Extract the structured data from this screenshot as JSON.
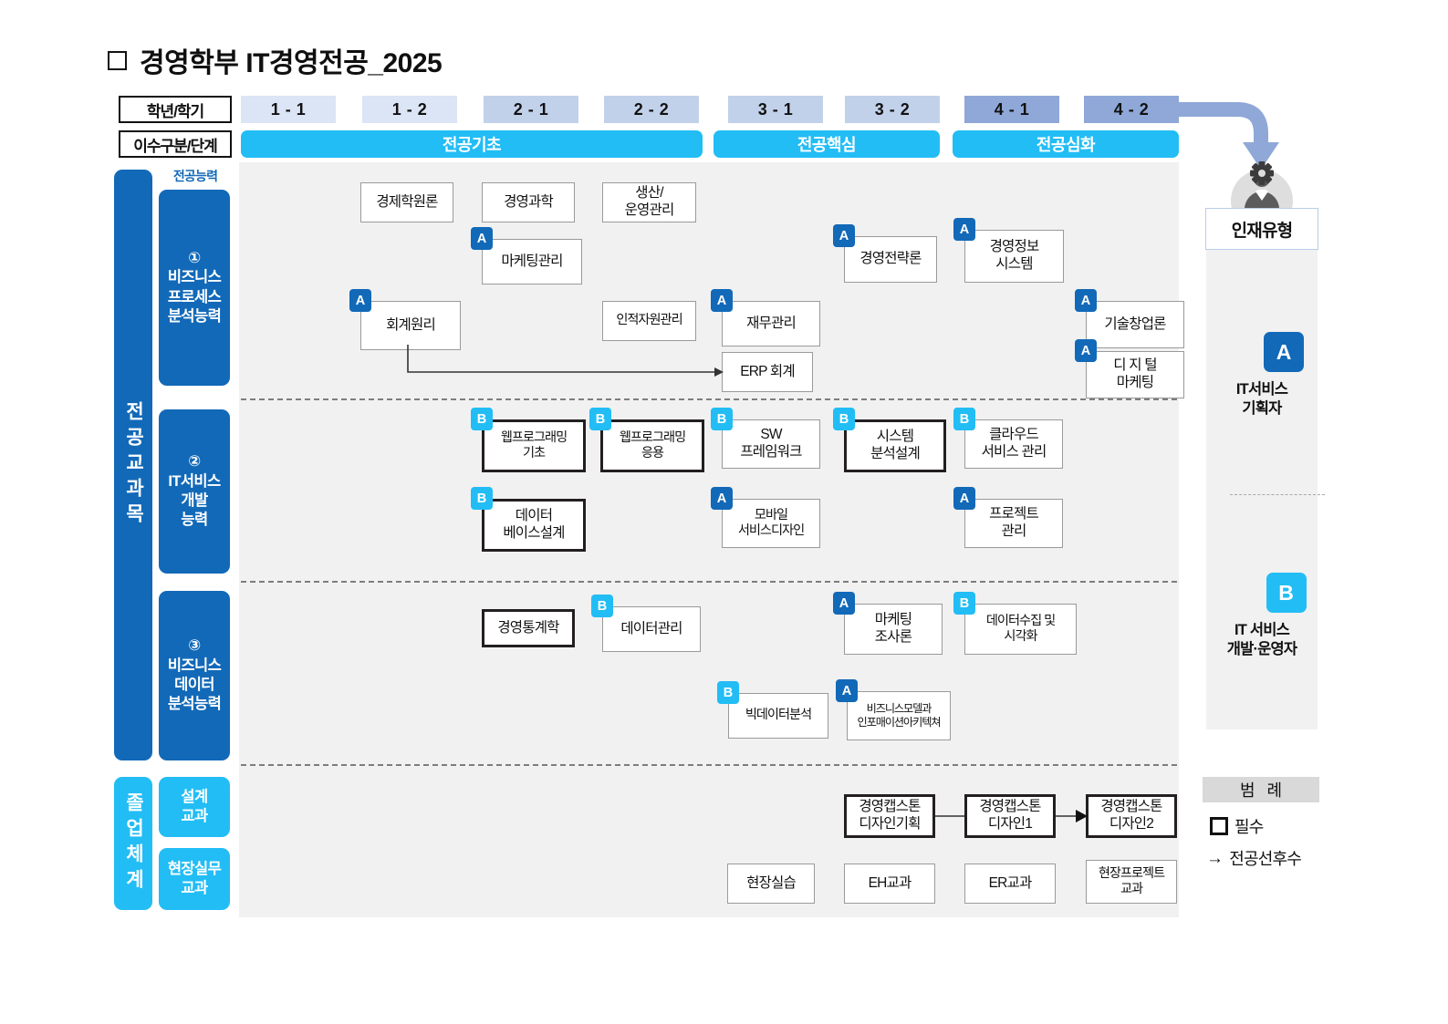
{
  "title": "경영학부 IT경영전공_2025",
  "header": {
    "row1_label": "학년/학기",
    "row2_label": "이수구분/단계",
    "semesters": [
      "1 - 1",
      "1 - 2",
      "2 - 1",
      "2 - 2",
      "3 - 1",
      "3 - 2",
      "4 - 1",
      "4 - 2"
    ],
    "stages": [
      {
        "label": "전공기초"
      },
      {
        "label": "전공핵심"
      },
      {
        "label": "전공심화"
      }
    ]
  },
  "sidebar": {
    "competency_caption": "전공능력",
    "major_rail": "전공교과목",
    "grad_rail": "졸업체계",
    "competencies": [
      {
        "num": "①",
        "label": "①\n비즈니스\n프로세스\n분석능력"
      },
      {
        "num": "②",
        "label": "②\nIT서비스\n개발\n능력"
      },
      {
        "num": "③",
        "label": "③\n비즈니스\n데이터\n분석능력"
      }
    ],
    "grad_items": [
      {
        "label": "설계\n교과"
      },
      {
        "label": "현장실무\n교과"
      }
    ]
  },
  "courses": {
    "row1": [
      {
        "name": "경제학원론",
        "tag": "",
        "required": false
      },
      {
        "name": "경영과학",
        "tag": "",
        "required": false
      },
      {
        "name": "생산/\n운영관리",
        "tag": "",
        "required": false
      },
      {
        "name": "마케팅관리",
        "tag": "A",
        "required": false
      },
      {
        "name": "경영전략론",
        "tag": "A",
        "required": false
      },
      {
        "name": "경영정보\n시스템",
        "tag": "A",
        "required": false
      },
      {
        "name": "회계원리",
        "tag": "A",
        "required": false
      },
      {
        "name": "인적자원관리",
        "tag": "",
        "required": false
      },
      {
        "name": "재무관리",
        "tag": "A",
        "required": false
      },
      {
        "name": "기술창업론",
        "tag": "A",
        "required": false
      },
      {
        "name": "ERP 회계",
        "tag": "",
        "required": false
      },
      {
        "name": "디 지 털\n마케팅",
        "tag": "A",
        "required": false
      }
    ],
    "row2": [
      {
        "name": "웹프로그래밍\n기초",
        "tag": "B",
        "required": true
      },
      {
        "name": "웹프로그래밍\n응용",
        "tag": "B",
        "required": true
      },
      {
        "name": "SW\n프레임워크",
        "tag": "B",
        "required": false
      },
      {
        "name": "시스템\n분석설계",
        "tag": "B",
        "required": true
      },
      {
        "name": "클라우드\n서비스 관리",
        "tag": "B",
        "required": false
      },
      {
        "name": "데이터\n베이스설계",
        "tag": "B",
        "required": true
      },
      {
        "name": "모바일\n서비스디자인",
        "tag": "A",
        "required": false
      },
      {
        "name": "프로젝트\n관리",
        "tag": "A",
        "required": false
      }
    ],
    "row3": [
      {
        "name": "경영통계학",
        "tag": "",
        "required": true
      },
      {
        "name": "데이터관리",
        "tag": "B",
        "required": false
      },
      {
        "name": "마케팅\n조사론",
        "tag": "A",
        "required": false
      },
      {
        "name": "데이터수집 및\n시각화",
        "tag": "B",
        "required": false
      },
      {
        "name": "빅데이터분석",
        "tag": "B",
        "required": false
      },
      {
        "name": "비즈니스모델과\n인포매이션아키텍쳐",
        "tag": "A",
        "required": false
      }
    ],
    "row4": [
      {
        "name": "경영캡스톤\n디자인기획",
        "tag": "",
        "required": true
      },
      {
        "name": "경영캡스톤\n디자인1",
        "tag": "",
        "required": true
      },
      {
        "name": "경영캡스톤\n디자인2",
        "tag": "",
        "required": true
      }
    ],
    "row5": [
      {
        "name": "현장실습",
        "tag": "",
        "required": false
      },
      {
        "name": "EH교과",
        "tag": "",
        "required": false
      },
      {
        "name": "ER교과",
        "tag": "",
        "required": false
      },
      {
        "name": "현장프로젝트\n교과",
        "tag": "",
        "required": false
      }
    ]
  },
  "right_panel": {
    "header": "인재유형",
    "types": [
      {
        "badge": "A",
        "label": "IT서비스\n기획자",
        "color": "#1269b8"
      },
      {
        "badge": "B",
        "label": "IT 서비스\n개발·운영자",
        "color": "#22bdf5"
      }
    ]
  },
  "legend": {
    "title": "범 례",
    "items": [
      {
        "icon": "square",
        "label": "필수"
      },
      {
        "icon": "arrow",
        "label": "전공선후수"
      }
    ]
  },
  "colors": {
    "deep_blue": "#1269b8",
    "cyan": "#22bdf5",
    "sem_light": "#dbe5f5",
    "sem_mid": "#c2d1ea",
    "sem_dark": "#8fa8d8",
    "canvas": "#f1f1f1"
  }
}
